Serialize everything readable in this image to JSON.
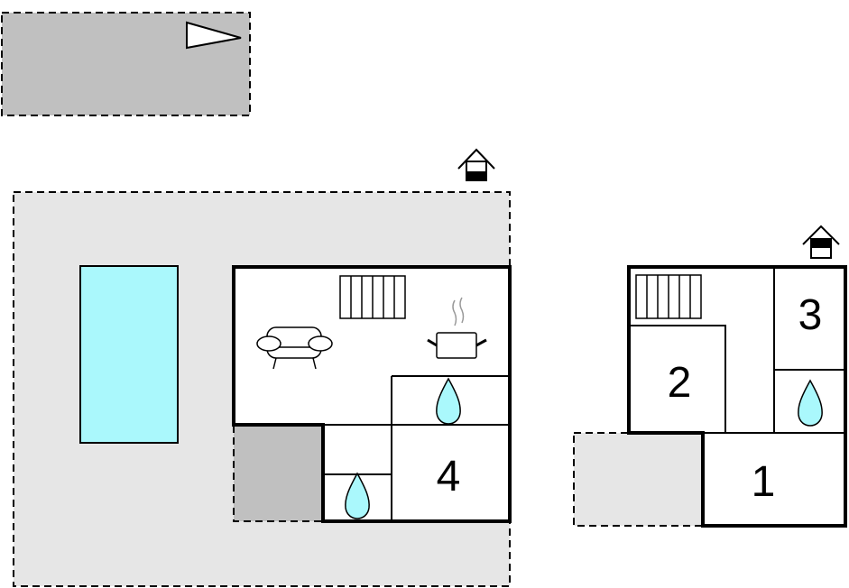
{
  "plan": {
    "rooms": {
      "room1": "1",
      "room2": "2",
      "room3": "3",
      "room4": "4"
    },
    "colors": {
      "pool": "#aaf8fc",
      "terrace": "#e6e6e6",
      "parking": "#c0c0c0",
      "wall": "#000000"
    },
    "icons": [
      "compass-pointer-icon",
      "house-entrance-icon",
      "radiator-icon",
      "sofa-icon",
      "cooking-pot-icon",
      "water-drop-icon"
    ]
  }
}
